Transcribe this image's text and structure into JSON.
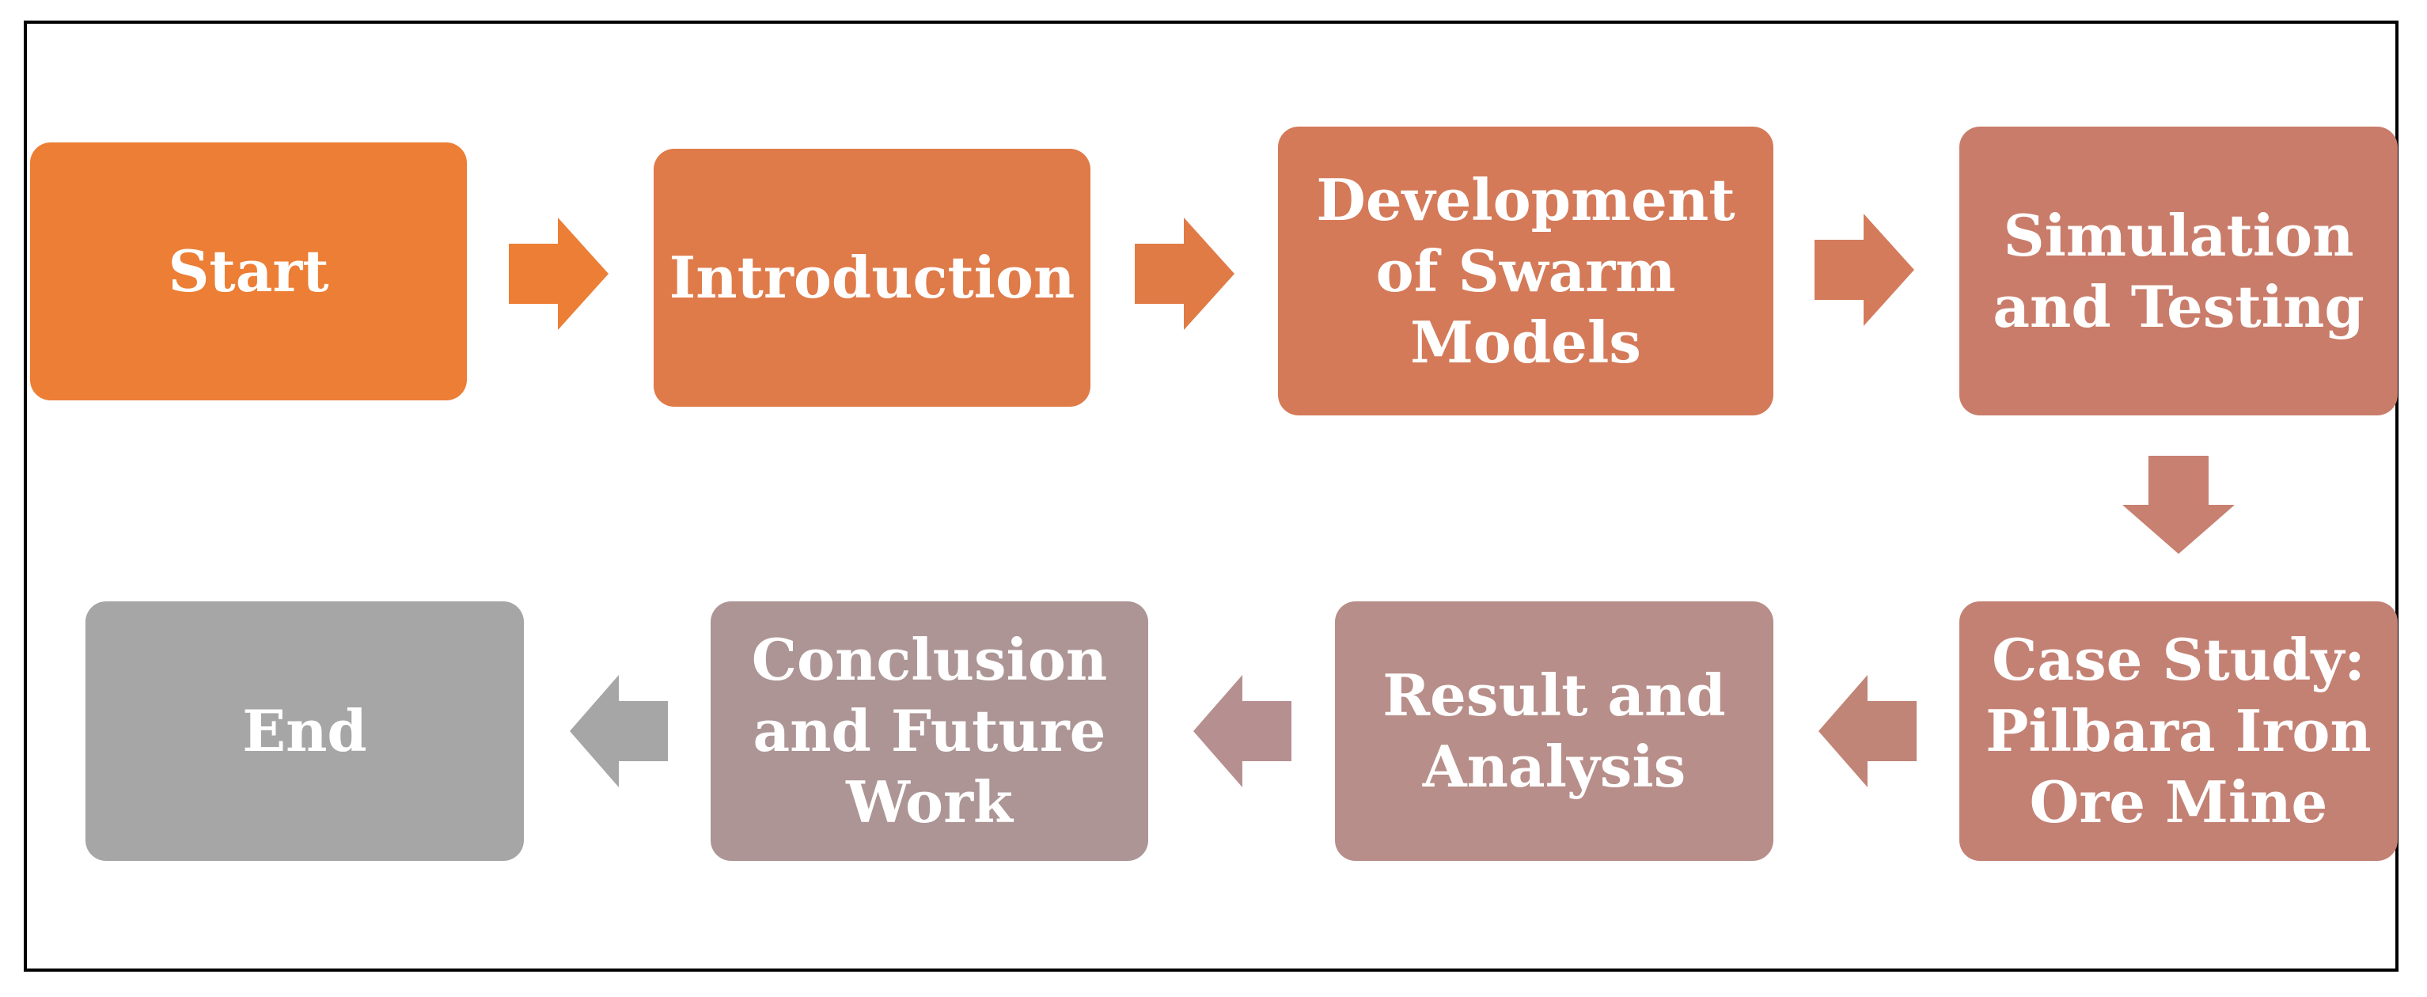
{
  "steps": [
    {
      "id": "start",
      "label": "Start",
      "color": "#ec7e35"
    },
    {
      "id": "introduction",
      "label": "Introduction",
      "color": "#df7a49"
    },
    {
      "id": "development",
      "label": "Development\nof Swarm\nModels",
      "color": "#d47a59"
    },
    {
      "id": "simulation",
      "label": "Simulation\nand Testing",
      "color": "#c97c6a"
    },
    {
      "id": "case-study",
      "label": "Case Study:\nPilbara Iron\nOre Mine",
      "color": "#c38174"
    },
    {
      "id": "result",
      "label": "Result and\nAnalysis",
      "color": "#b78e89"
    },
    {
      "id": "conclusion",
      "label": "Conclusion\nand Future\nWork",
      "color": "#ad9595"
    },
    {
      "id": "end",
      "label": "End",
      "color": "#a6a6a6"
    }
  ],
  "arrow_colors": {
    "start-to-introduction": "#ec7e35",
    "introduction-to-development": "#e07b46",
    "development-to-simulation": "#d47b5c",
    "simulation-to-case-study": "#c88070",
    "case-study-to-result": "#c08577",
    "result-to-conclusion": "#b69090",
    "conclusion-to-end": "#a6a6a6"
  }
}
